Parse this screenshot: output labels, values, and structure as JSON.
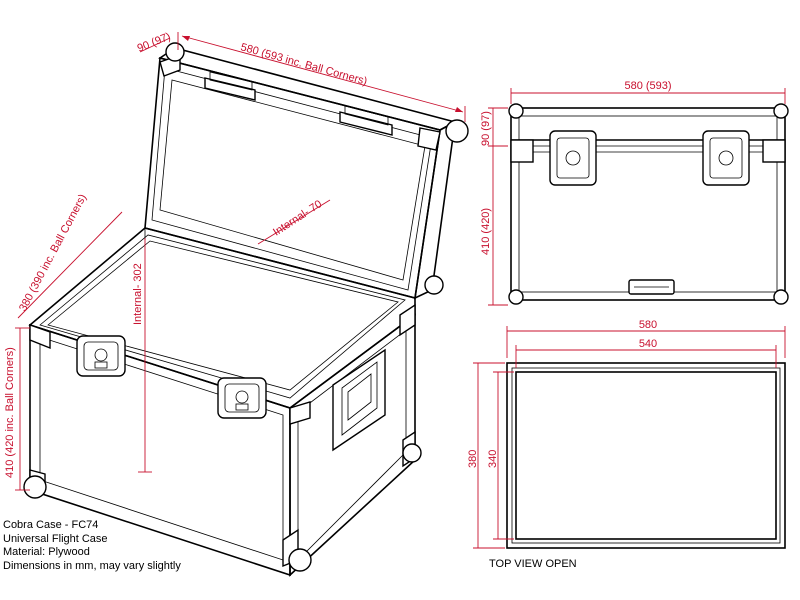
{
  "info": {
    "lines": [
      "Cobra Case - FC74",
      "Universal Flight Case",
      "Material: Plywood",
      "Dimensions in mm, may vary slightly"
    ]
  },
  "iso_view": {
    "dim_length": "580 (593 inc. Ball Corners)",
    "dim_lid": "90 (97)",
    "dim_depth": "380 (390 inc. Ball Corners)",
    "dim_height": "410 (420 inc. Ball Corners)",
    "dim_internal_height": "Internal- 302",
    "dim_internal_lid": "Internal- 70"
  },
  "front_view": {
    "dim_width": "580 (593)",
    "dim_lid": "90 (97)",
    "dim_base": "410 (420)"
  },
  "top_view": {
    "dim_outer_width": "580",
    "dim_inner_width": "540",
    "dim_outer_depth": "380",
    "dim_inner_depth": "340",
    "caption": "TOP VIEW OPEN"
  },
  "colors": {
    "dimension": "#c8102e",
    "line": "#000000"
  }
}
